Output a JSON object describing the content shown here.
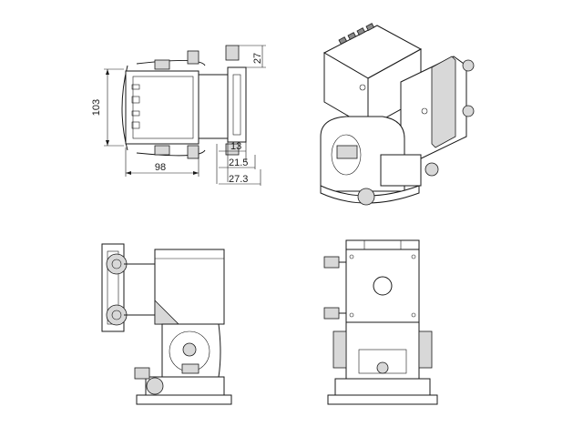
{
  "drawing": {
    "dimensions": {
      "height_left": "103",
      "width_bottom": "98",
      "top_right": "27",
      "right_a": "13",
      "right_b": "21.5",
      "right_c": "27.3"
    }
  },
  "colors": {
    "line": "#1a1a1a",
    "shade": "#d8d8d8",
    "background": "#ffffff"
  }
}
